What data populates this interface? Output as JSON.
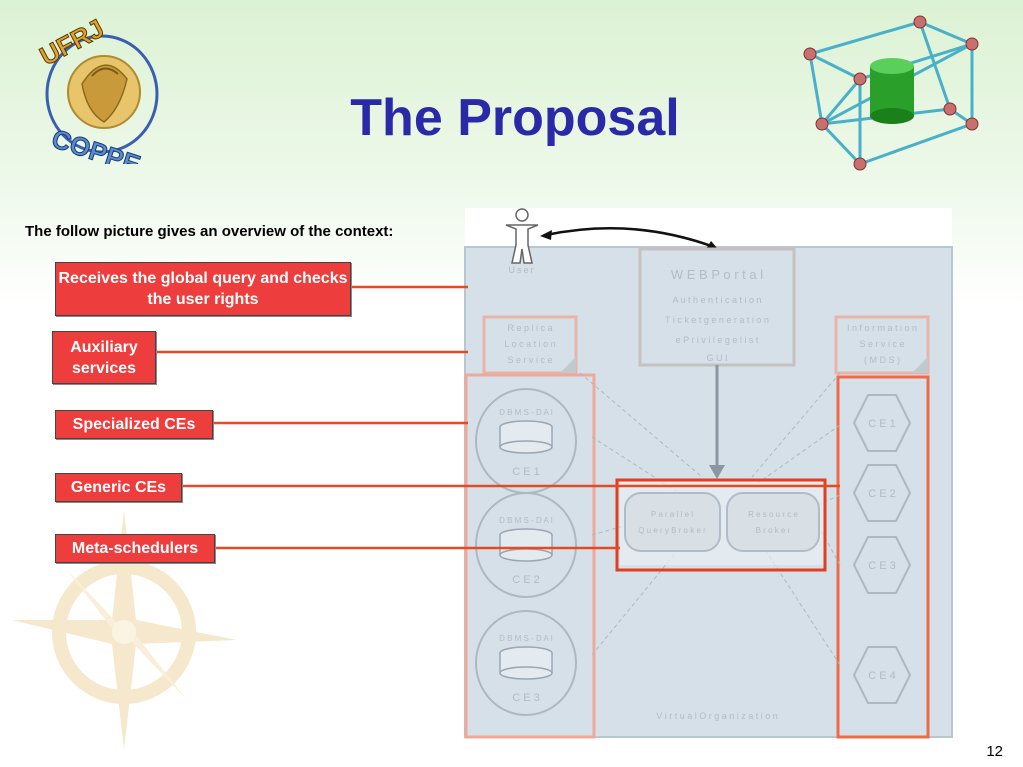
{
  "slide": {
    "title": "The Proposal",
    "subtitle": "The follow picture gives an overview of the context:",
    "page_number": "12"
  },
  "logo": {
    "letters_top": "UFRJ",
    "letters_bottom": "COPPE"
  },
  "callouts": [
    {
      "label": "Receives the global query and checks the user rights"
    },
    {
      "label": "Auxiliary services"
    },
    {
      "label": "Specialized CEs"
    },
    {
      "label": "Generic CEs"
    },
    {
      "label": "Meta-schedulers"
    }
  ],
  "diagram": {
    "user_label": "User",
    "web_portal": {
      "title": "W E B  P o r t a l",
      "lines": [
        "A u t h e n t i c a t i o n",
        "T i c k e t  g e n e r a t i o n",
        "e  P r i v i l e g e  l i s t",
        "G U I"
      ]
    },
    "replica_service": [
      "R e p l i c a",
      "L o c a t i o n",
      "S e r v i c e"
    ],
    "information_service": [
      "I n f o r m a t i o n",
      "S e r v i c e",
      "( M D S )"
    ],
    "dbms_nodes": [
      "D B M S - D A I",
      "D B M S - D A I",
      "D B M S - D A I"
    ],
    "ce_left": [
      "C E 1",
      "C E 2",
      "C E 3"
    ],
    "ce_right": [
      "C E 1",
      "C E 2",
      "C E 3",
      "C E 4"
    ],
    "brokers": [
      {
        "line1": "P a r a l l e l",
        "line2": "Q u e r y  B r o k e r"
      },
      {
        "line1": "R e s o u r c e",
        "line2": "B r o k e r"
      }
    ],
    "footer": "V i r t u a l  O r g a n i z a t i o n"
  },
  "colors": {
    "title": "#2a2aa8",
    "callout_fill": "#ee3d3d",
    "connector": "#e64a22",
    "diagram_overlay": "#d5e0e9"
  }
}
